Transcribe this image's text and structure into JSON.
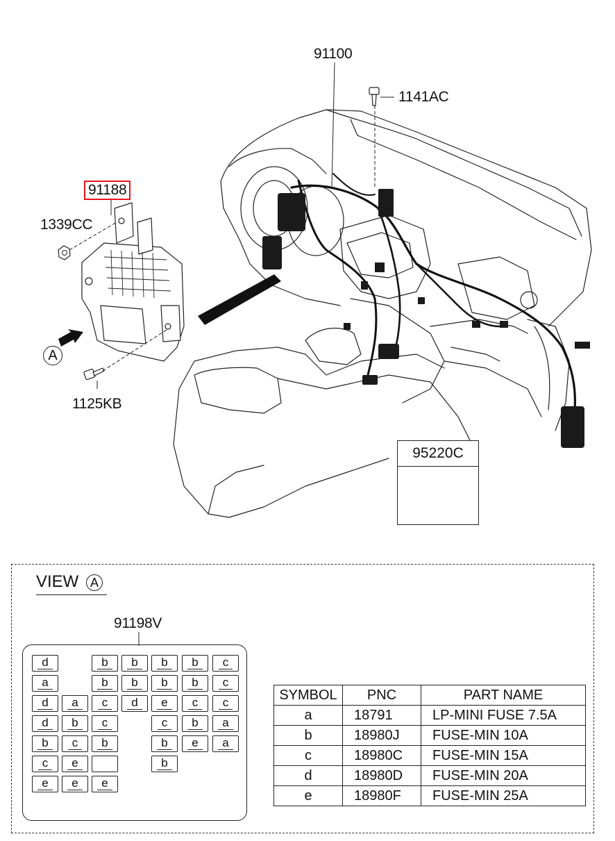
{
  "callouts": {
    "harness": "91100",
    "bolt_top": "1141AC",
    "junction_box": "91188",
    "nut": "1339CC",
    "bolt_bottom": "1125KB",
    "relay": "95220C",
    "view_marker": "A"
  },
  "view": {
    "title": "VIEW",
    "marker": "A",
    "fuse_box_label": "91198V"
  },
  "fuses": [
    {
      "s": "d"
    },
    {
      "s": "a"
    },
    {
      "s": "d"
    },
    {
      "s": "d"
    },
    {
      "s": "b"
    },
    {
      "s": "c"
    },
    {
      "s": "e"
    },
    {
      "s": "a"
    },
    {
      "s": "b"
    },
    {
      "s": "c"
    },
    {
      "s": "e"
    },
    {
      "s": "b"
    },
    {
      "s": "b"
    },
    {
      "s": "c"
    },
    {
      "s": "c"
    },
    {
      "s": "b"
    },
    {
      "s": ""
    },
    {
      "s": "e"
    },
    {
      "s": "b"
    },
    {
      "s": "b"
    },
    {
      "s": "d"
    },
    {
      "s": "b"
    },
    {
      "s": "b"
    },
    {
      "s": "e"
    },
    {
      "s": "c"
    },
    {
      "s": "b"
    },
    {
      "s": "b"
    },
    {
      "s": "b"
    },
    {
      "s": "b"
    },
    {
      "s": "c"
    },
    {
      "s": "b"
    },
    {
      "s": "e"
    },
    {
      "s": "c"
    },
    {
      "s": "c"
    },
    {
      "s": "c"
    },
    {
      "s": "a"
    },
    {
      "s": "a"
    }
  ],
  "legend": {
    "headers": [
      "SYMBOL",
      "PNC",
      "PART NAME"
    ],
    "rows": [
      {
        "symbol": "a",
        "pnc": "18791",
        "name": "LP-MINI FUSE 7.5A"
      },
      {
        "symbol": "b",
        "pnc": "18980J",
        "name": "FUSE-MIN 10A"
      },
      {
        "symbol": "c",
        "pnc": "18980C",
        "name": "FUSE-MIN 15A"
      },
      {
        "symbol": "d",
        "pnc": "18980D",
        "name": "FUSE-MIN 20A"
      },
      {
        "symbol": "e",
        "pnc": "18980F",
        "name": "FUSE-MIN 25A"
      }
    ]
  }
}
